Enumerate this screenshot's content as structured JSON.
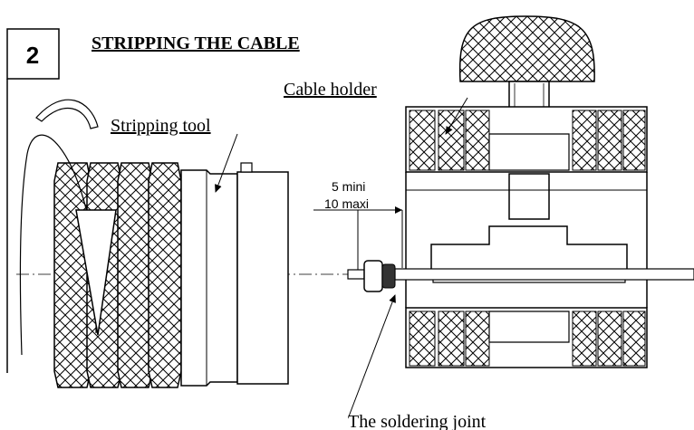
{
  "step": {
    "number": "2",
    "title": "STRIPPING THE CABLE"
  },
  "labels": {
    "stripping_tool": "Stripping tool",
    "cable_holder": "Cable holder",
    "soldering_joint": "The soldering joint"
  },
  "dimension": {
    "min_text": "5 mini",
    "max_text": "10 maxi"
  }
}
